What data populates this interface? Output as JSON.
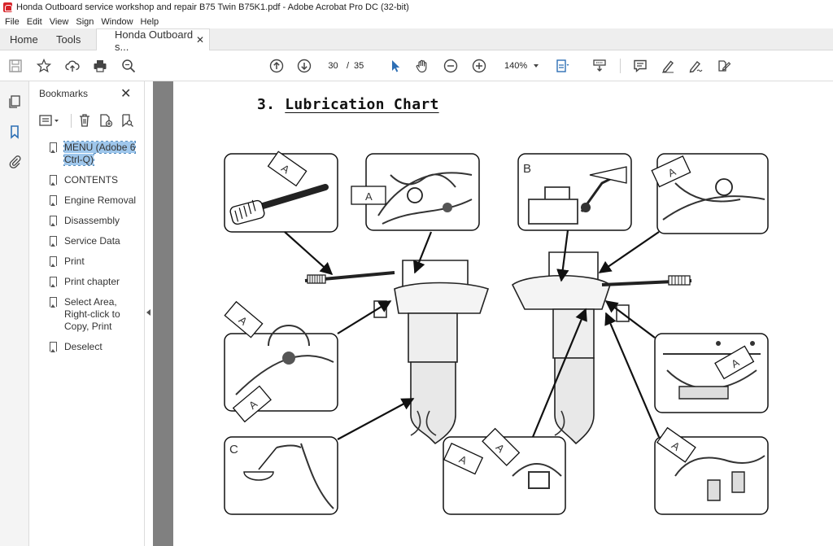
{
  "window": {
    "title": "Honda Outboard service workshop and repair B75 Twin B75K1.pdf - Adobe Acrobat Pro DC (32-bit)"
  },
  "menu": [
    "File",
    "Edit",
    "View",
    "Sign",
    "Window",
    "Help"
  ],
  "tabs": {
    "home": "Home",
    "tools": "Tools",
    "doc": "Honda Outboard s..."
  },
  "toolbar": {
    "page_current": "30",
    "page_separator": "/",
    "page_total": "35",
    "zoom": "140%"
  },
  "bookmarks": {
    "title": "Bookmarks",
    "items": [
      {
        "label": "MENU (Adobe 6 Ctrl-Q)",
        "selected": true
      },
      {
        "label": "CONTENTS"
      },
      {
        "label": "Engine Removal"
      },
      {
        "label": "Disassembly"
      },
      {
        "label": "Service Data"
      },
      {
        "label": "Print"
      },
      {
        "label": "Print chapter"
      },
      {
        "label": "Select Area, Right-click to Copy, Print"
      },
      {
        "label": "Deselect"
      }
    ]
  },
  "document": {
    "section_number": "3.",
    "section_title": "Lubrication Chart",
    "panel_labels": {
      "a": "A",
      "b": "B",
      "c": "C"
    }
  },
  "colors": {
    "doc_background": "#808080",
    "selection": "#9fc7ec",
    "pdf_icon": "#d7242a"
  }
}
